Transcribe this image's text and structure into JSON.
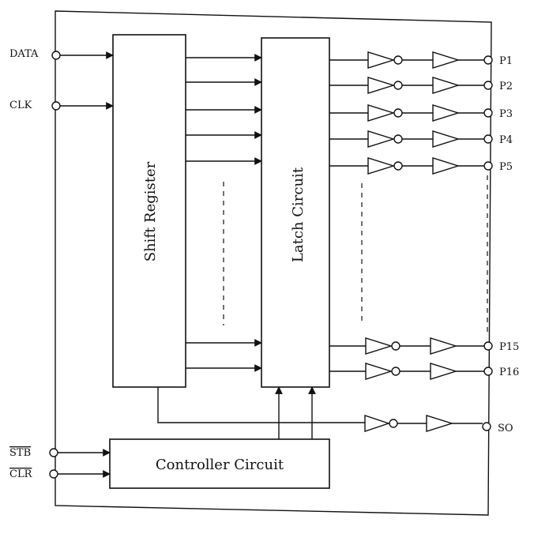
{
  "inputs": {
    "data": "DATA",
    "clk": "CLK",
    "stb": "STB",
    "clr": "CLR"
  },
  "blocks": {
    "shift_register": "Shift Register",
    "latch_circuit": "Latch Circuit",
    "controller_circuit": "Controller Circuit"
  },
  "outputs": [
    "P1",
    "P2",
    "P3",
    "P4",
    "P5",
    "P15",
    "P16"
  ],
  "serial_out": "SO"
}
